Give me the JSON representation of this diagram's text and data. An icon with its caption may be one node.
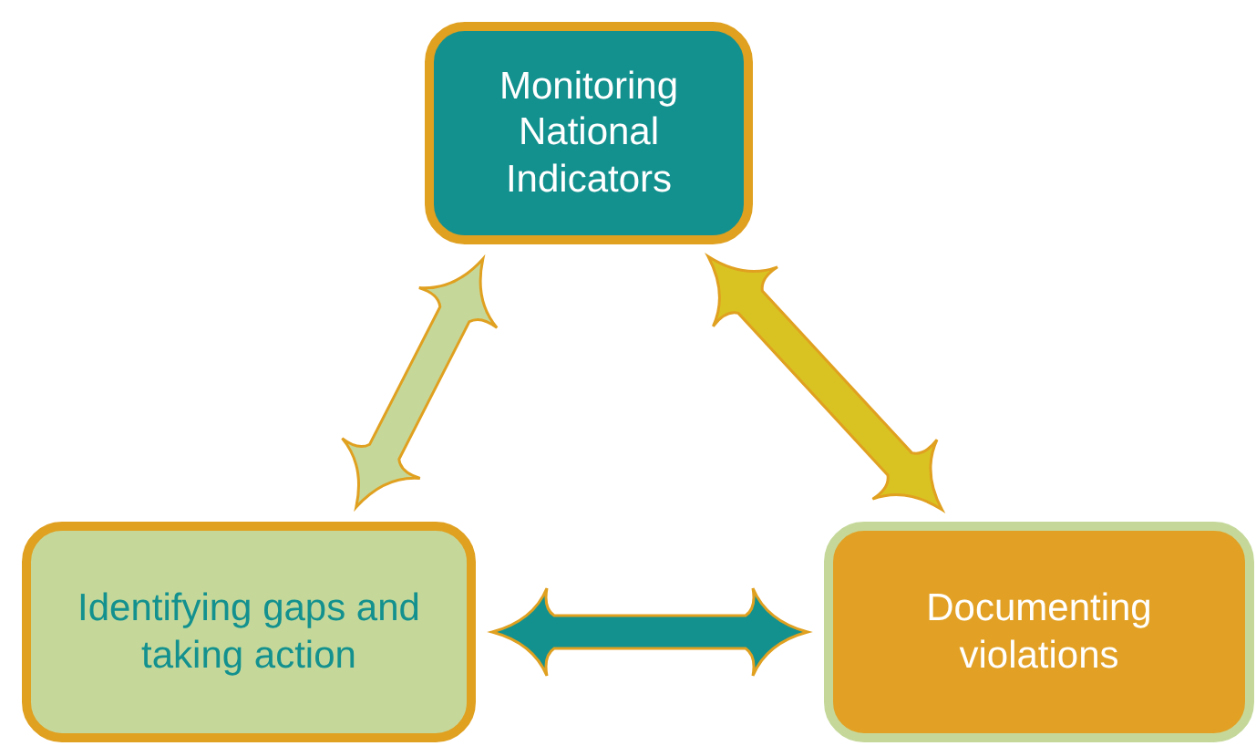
{
  "diagram": {
    "nodes": [
      {
        "text": [
          "Monitoring National Indicators"
        ]
      },
      {
        "text": [
          "Identifying gaps and taking action"
        ]
      },
      {
        "text": [
          "Documenting violations"
        ]
      }
    ],
    "edges": [
      {
        "from": 0,
        "to": 1,
        "arrow": "both",
        "color": "#c5d89a"
      },
      {
        "from": 0,
        "to": 2,
        "arrow": "both",
        "color": "#d9c322"
      },
      {
        "from": 1,
        "to": 2,
        "arrow": "both",
        "color": "#13918f"
      }
    ]
  }
}
